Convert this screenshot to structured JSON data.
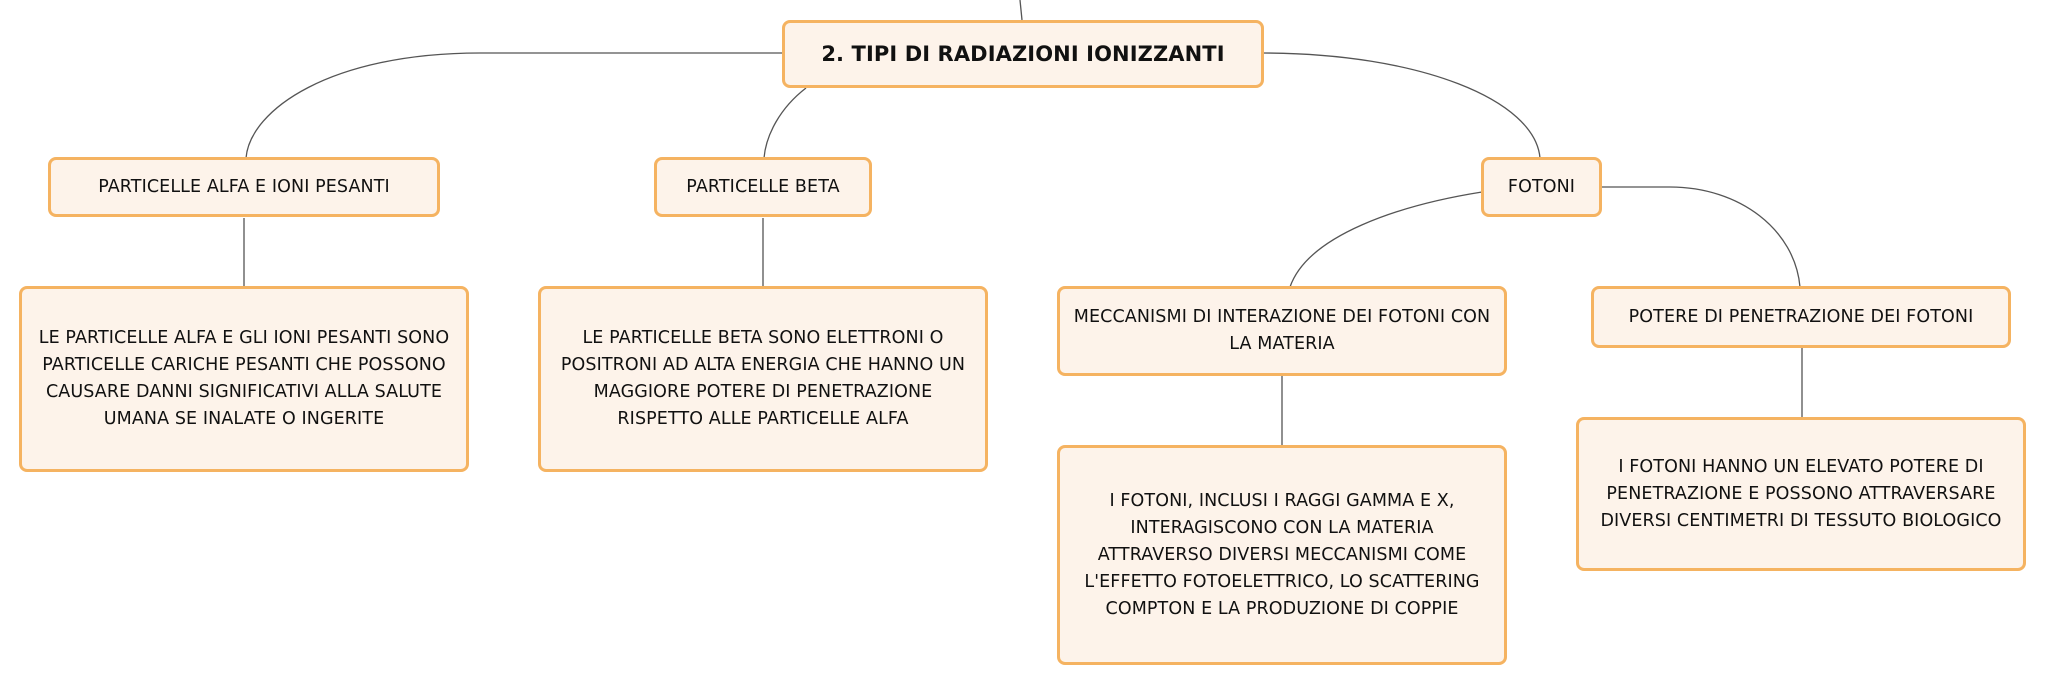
{
  "diagram": {
    "root": {
      "label": "2. TIPI DI RADIAZIONI IONIZZANTI"
    },
    "categories": {
      "alfa": {
        "label": "PARTICELLE ALFA E IONI PESANTI"
      },
      "beta": {
        "label": "PARTICELLE BETA"
      },
      "fotoni": {
        "label": "FOTONI"
      }
    },
    "details": {
      "alfa": {
        "text": "LE PARTICELLE ALFA E GLI IONI PESANTI SONO PARTICELLE CARICHE PESANTI CHE POSSONO CAUSARE DANNI SIGNIFICATIVI ALLA SALUTE UMANA SE INALATE O INGERITE"
      },
      "beta": {
        "text": "LE PARTICELLE BETA SONO ELETTRONI O POSITRONI AD ALTA ENERGIA CHE HANNO UN MAGGIORE POTERE DI PENETRAZIONE RISPETTO ALLE PARTICELLE ALFA"
      }
    },
    "fotoni_children": {
      "meccanismi": {
        "label": "MECCANISMI DI INTERAZIONE DEI FOTONI CON LA MATERIA",
        "detail": "I FOTONI, INCLUSI I RAGGI GAMMA E X, INTERAGISCONO CON LA MATERIA ATTRAVERSO DIVERSI MECCANISMI COME L'EFFETTO FOTOELETTRICO, LO SCATTERING COMPTON E LA PRODUZIONE DI COPPIE"
      },
      "potere": {
        "label": "POTERE DI PENETRAZIONE DEI FOTONI",
        "detail": "I FOTONI HANNO UN ELEVATO POTERE DI PENETRAZIONE E POSSONO ATTRAVERSARE DIVERSI CENTIMETRI DI TESSUTO BIOLOGICO"
      }
    }
  },
  "colors": {
    "node_fill": "#fdf3ea",
    "node_border": "#f5b361",
    "connector": "#555555"
  }
}
